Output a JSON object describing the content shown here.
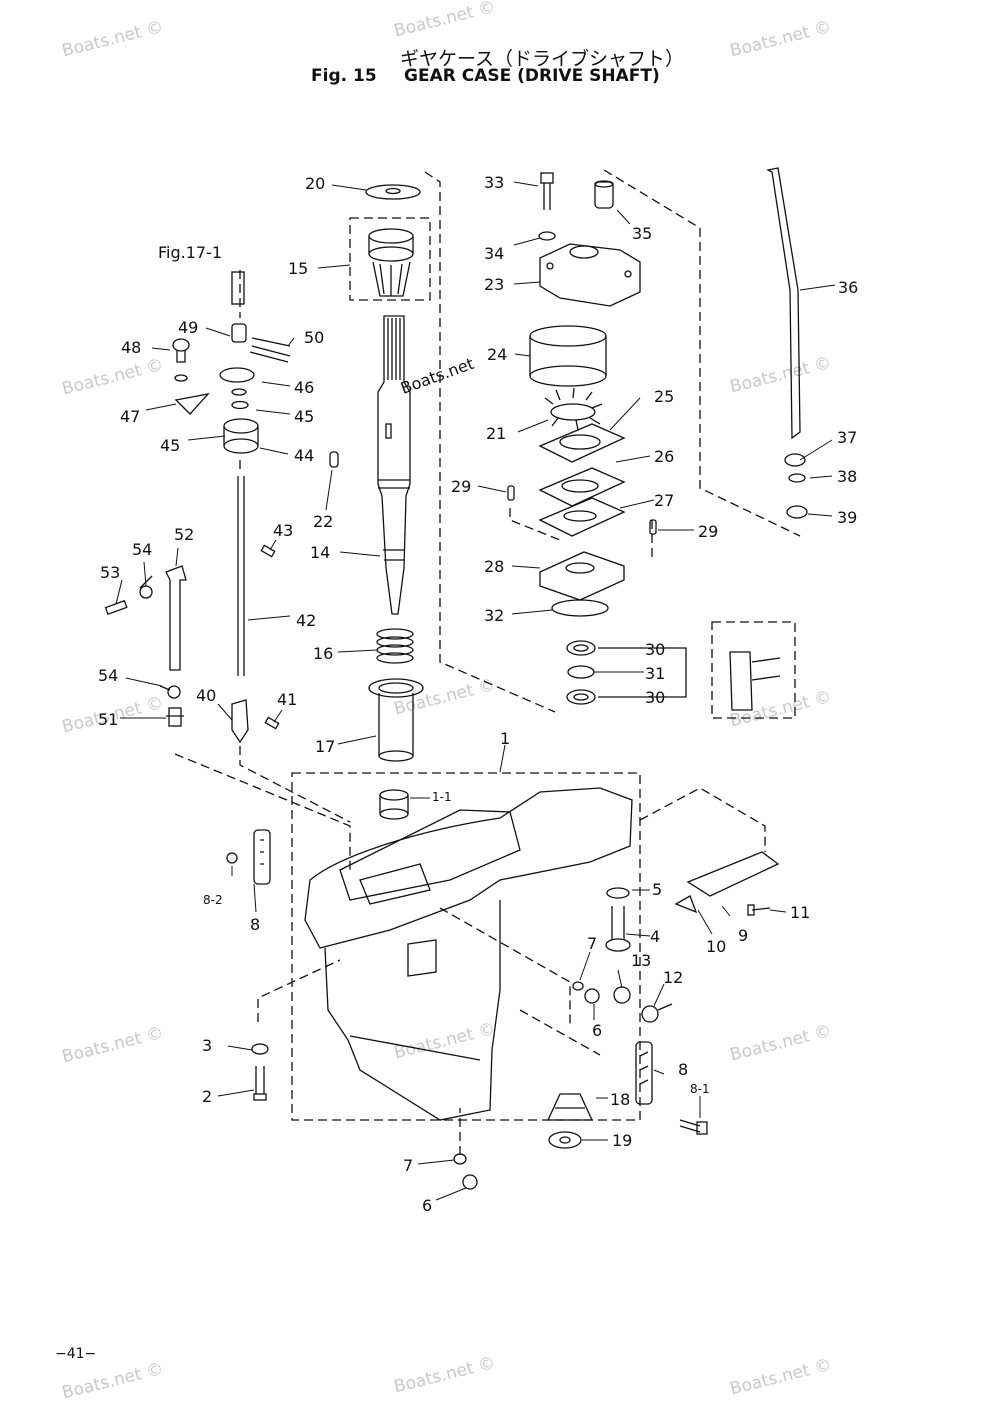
{
  "title": {
    "japanese": "ギヤケース（ドライブシャフト）",
    "figure": "Fig. 15",
    "english": "GEAR CASE (DRIVE SHAFT)"
  },
  "page_number": "−41−",
  "watermark": "Boats.net ©",
  "watermark_overlay": "Boats.net",
  "reference": "Fig.17-1",
  "callouts": {
    "c20": "20",
    "c15": "15",
    "c33": "33",
    "c35": "35",
    "c34": "34",
    "c23": "23",
    "c36": "36",
    "c49": "49",
    "c50": "50",
    "c48": "48",
    "c46": "46",
    "c24": "24",
    "c47": "47",
    "c45a": "45",
    "c45b": "45",
    "c44": "44",
    "c21": "21",
    "c25": "25",
    "c37": "37",
    "c26": "26",
    "c38": "38",
    "c22": "22",
    "c29a": "29",
    "c27": "27",
    "c39": "39",
    "c29b": "29",
    "c43": "43",
    "c52": "52",
    "c14": "14",
    "c54a": "54",
    "c53": "53",
    "c28": "28",
    "c42": "42",
    "c32": "32",
    "c30a": "30",
    "c16": "16",
    "c31": "31",
    "c54b": "54",
    "c30b": "30",
    "c40": "40",
    "c41": "41",
    "c51": "51",
    "c17": "17",
    "c1": "1",
    "c1_1": "1-1",
    "c5": "5",
    "c8a": "8",
    "c8_2": "8-2",
    "c11": "11",
    "c4": "4",
    "c9": "9",
    "c10": "10",
    "c7a": "7",
    "c13": "13",
    "c12": "12",
    "c6a": "6",
    "c3": "3",
    "c8b": "8",
    "c8_1": "8-1",
    "c2": "2",
    "c18": "18",
    "c19": "19",
    "c7b": "7",
    "c6b": "6"
  }
}
